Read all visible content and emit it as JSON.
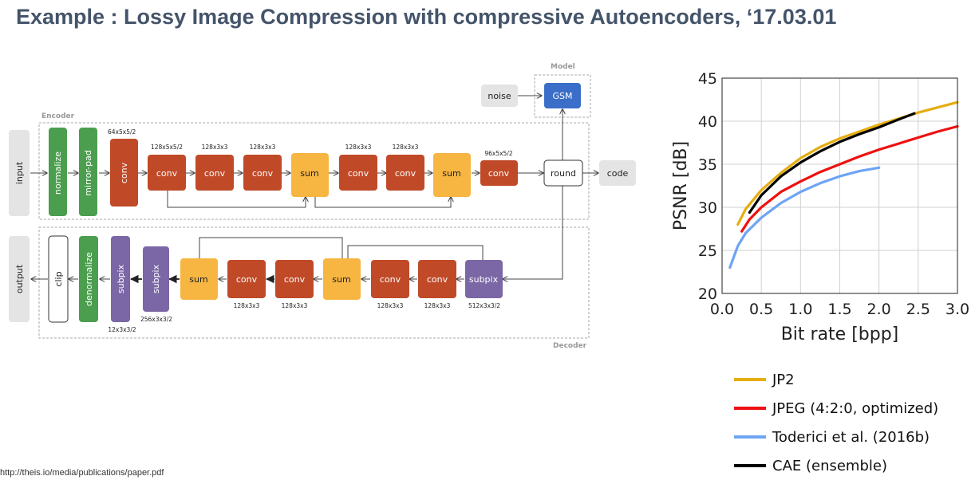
{
  "title": "Example : Lossy Image Compression with compressive Autoencoders, ‘17.03.01",
  "footer_url": "http://theis.io/media/publications/paper.pdf",
  "colors": {
    "green": "#4a9e4e",
    "red": "#c04a28",
    "yellow": "#f7b542",
    "blue": "#3a6ec8",
    "purple": "#7b67a6",
    "gray": "#e4e4e4"
  },
  "diagram": {
    "groups": {
      "model": "Model",
      "encoder": "Encoder",
      "decoder": "Decoder"
    },
    "model": {
      "noise": "noise",
      "gsm": "GSM"
    },
    "encoder": {
      "input": "input",
      "normalize": "normalize",
      "mirror_pad": "mirror-pad",
      "conv1": "conv",
      "conv1_dim": "64x5x5/2",
      "conv2": "conv",
      "conv2_dim": "128x5x5/2",
      "conv3": "conv",
      "conv3_dim": "128x3x3",
      "conv4": "conv",
      "conv4_dim": "128x3x3",
      "sum1": "sum",
      "conv5": "conv",
      "conv5_dim": "128x3x3",
      "conv6": "conv",
      "conv6_dim": "128x3x3",
      "sum2": "sum",
      "conv7": "conv",
      "conv7_dim": "96x5x5/2",
      "round": "round",
      "code": "code"
    },
    "decoder": {
      "output": "output",
      "clip": "clip",
      "denormalize": "denormalize",
      "subpix_a": "subpix",
      "subpix_a_dim": "12x3x3/2",
      "subpix_b": "subpix",
      "subpix_b_dim": "256x3x3/2",
      "sum_a": "sum",
      "conv_a": "conv",
      "conv_a_dim": "128x3x3",
      "conv_b": "conv",
      "conv_b_dim": "128x3x3",
      "sum_b": "sum",
      "conv_c": "conv",
      "conv_c_dim": "128x3x3",
      "conv_d": "conv",
      "conv_d_dim": "128x3x3",
      "subpix_c": "subpix",
      "subpix_c_dim": "512x3x3/2"
    }
  },
  "chart_data": {
    "type": "line",
    "title": "",
    "xlabel": "Bit rate [bpp]",
    "ylabel": "PSNR [dB]",
    "xlim": [
      0,
      3.0
    ],
    "ylim": [
      20,
      45
    ],
    "xticks": [
      0.0,
      0.5,
      1.0,
      1.5,
      2.0,
      2.5,
      3.0
    ],
    "xtick_labels": [
      "0.0",
      "0.5",
      "1.0",
      "1.5",
      "2.0",
      "2.5",
      "3.0"
    ],
    "yticks": [
      20,
      25,
      30,
      35,
      40,
      45
    ],
    "ytick_labels": [
      "20",
      "25",
      "30",
      "35",
      "40",
      "45"
    ],
    "grid": true,
    "legend_position": "below",
    "series": [
      {
        "name": "JP2",
        "color": "#e6ad10",
        "x": [
          0.2,
          0.3,
          0.5,
          0.75,
          1.0,
          1.25,
          1.5,
          1.75,
          2.0,
          2.25,
          2.5,
          2.75,
          3.0
        ],
        "y": [
          28.0,
          29.8,
          32.0,
          34.0,
          35.7,
          37.0,
          38.0,
          38.8,
          39.6,
          40.3,
          41.0,
          41.6,
          42.2
        ]
      },
      {
        "name": "JPEG (4:2:0, optimized)",
        "color": "#ee1111",
        "x": [
          0.25,
          0.35,
          0.5,
          0.75,
          1.0,
          1.25,
          1.5,
          1.75,
          2.0,
          2.25,
          2.5,
          2.75,
          3.0
        ],
        "y": [
          27.2,
          28.6,
          30.0,
          31.8,
          33.0,
          34.1,
          35.0,
          35.9,
          36.7,
          37.4,
          38.1,
          38.8,
          39.4
        ]
      },
      {
        "name": "Toderici et al. (2016b)",
        "color": "#6ea4f4",
        "x": [
          0.1,
          0.2,
          0.3,
          0.5,
          0.75,
          1.0,
          1.25,
          1.5,
          1.75,
          2.0
        ],
        "y": [
          23.0,
          25.5,
          27.0,
          28.8,
          30.5,
          31.8,
          32.8,
          33.6,
          34.2,
          34.6
        ]
      },
      {
        "name": "CAE (ensemble)",
        "color": "#000000",
        "x": [
          0.35,
          0.5,
          0.75,
          1.0,
          1.25,
          1.5,
          1.75,
          2.0,
          2.25,
          2.45
        ],
        "y": [
          29.4,
          31.4,
          33.6,
          35.2,
          36.5,
          37.6,
          38.5,
          39.3,
          40.2,
          40.9
        ]
      }
    ]
  }
}
